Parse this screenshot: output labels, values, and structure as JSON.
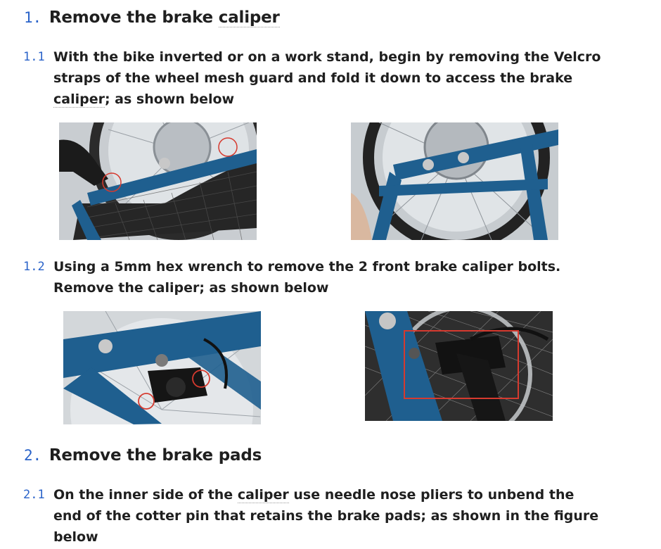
{
  "section1": {
    "number": "1.",
    "title_pre": "Remove the brake ",
    "title_link": "caliper"
  },
  "step1_1": {
    "number": "1.1",
    "line1": "With the bike inverted or on a work stand, begin by removing the Velcro",
    "line2": "straps of the wheel mesh guard and fold it down to access the brake",
    "line3_link": "caliper",
    "line3_rest": "; as shown below"
  },
  "step1_2": {
    "number": "1.2",
    "line1": "Using a 5mm hex wrench to remove the 2 front brake caliper bolts.",
    "line2": "Remove the caliper; as shown below"
  },
  "section2": {
    "number": "2.",
    "title": "Remove the brake pads"
  },
  "step2_1": {
    "number": "2.1",
    "line1_pre": "On the inner side of the ",
    "line1_link": "caliper",
    "line1_post": " use needle nose pliers to unbend the",
    "line2": "end of the cotter pin that retains the brake pads; as shown in the figure",
    "line3": "below"
  },
  "colors": {
    "number_blue": "#2a63c9",
    "frame_blue": "#1f5f8f",
    "highlight_red": "#d63a2f"
  },
  "images": [
    {
      "name": "velcro-strap-photo"
    },
    {
      "name": "mesh-guard-folded-photo"
    },
    {
      "name": "caliper-bolts-photo"
    },
    {
      "name": "caliper-removed-photo"
    }
  ]
}
